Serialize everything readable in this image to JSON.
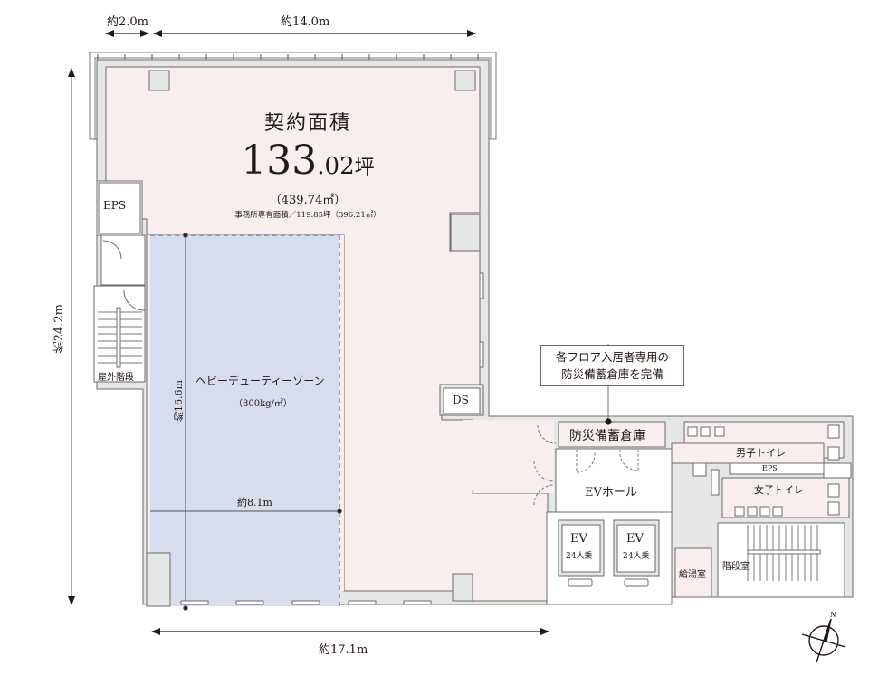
{
  "dimensions": {
    "top_left": "約2.0m",
    "top_main": "約14.0m",
    "left_height": "約24.2m",
    "bottom_width": "約17.1m",
    "zone_height": "約16.6m",
    "zone_width": "約8.1m"
  },
  "area": {
    "title": "契約面積",
    "value_int": "133",
    "value_dec": ".02",
    "unit": "坪",
    "sqm": "（439.74㎡）",
    "office_area": "事務所専有面積／119.85坪（396.21㎡）"
  },
  "heavy_duty_zone": {
    "label": "ヘビーデューティーゾーン",
    "load": "（800kg/㎡）"
  },
  "rooms": {
    "eps_left": "EPS",
    "outdoor_stairs": "屋外階段",
    "ds": "DS",
    "storage": "防災備蓄倉庫",
    "ev_hall": "EVホール",
    "ev1": "EV",
    "ev1_cap": "24人乗",
    "ev2": "EV",
    "ev2_cap": "24人乗",
    "mens_toilet": "男子トイレ",
    "womens_toilet": "女子トイレ",
    "eps_core": "EPS",
    "kitchenette": "給湯室",
    "stairwell": "階段室"
  },
  "callout": {
    "line1": "各フロア入居者専用の",
    "line2": "防災備蓄倉庫を完備"
  },
  "compass": {
    "north_label": "N"
  },
  "colors": {
    "office_fill": "#f8eeee",
    "heavy_zone_fill": "#d8ddee",
    "wall_fill": "#e5e6e6",
    "line": "#6b6b6b",
    "zone_dash": "#6a6fae"
  }
}
